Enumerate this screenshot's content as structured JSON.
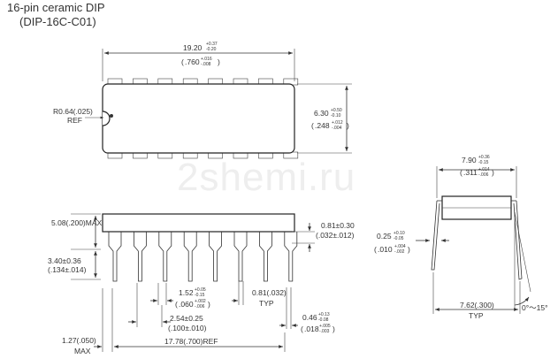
{
  "title": {
    "line1": "16-pin ceramic DIP",
    "line2": "(DIP-16C-C01)"
  },
  "watermark": "2shemi.ru",
  "top_view": {
    "length": {
      "main": "19.20",
      "tol": [
        "+0.37",
        "-0.20"
      ],
      "inch": ".760",
      "inch_tol": [
        "+.016",
        "-.008"
      ]
    },
    "width": {
      "main": "6.30",
      "tol": [
        "+0.50",
        "-0.10"
      ],
      "inch": ".248",
      "inch_tol": [
        "+.012",
        "-.004"
      ]
    },
    "radius": {
      "value": "R0.64(.025)",
      "note": "REF"
    }
  },
  "side_view": {
    "height_max": "5.08(.200)MAX",
    "seat_height": "3.40±0.36",
    "seat_height_inch": "(.134±.014)",
    "shoulder": "0.81±0.30",
    "shoulder_inch": "(.032±.012)",
    "lead_width": {
      "main": "1.52",
      "tol": [
        "+0.05",
        "-0.15"
      ],
      "inch": ".060",
      "inch_tol": [
        "+.002",
        "-.006"
      ]
    },
    "lead_tip": "0.81(.032)",
    "lead_tip_note": "TYP",
    "pitch": "2.54±0.25",
    "pitch_inch": "(.100±.010)",
    "thickness": {
      "main": "0.46",
      "tol": [
        "+0.13",
        "-0.08"
      ],
      "inch": ".018",
      "inch_tol": [
        "+.005",
        "-.003"
      ]
    },
    "end_length": "1.27(.050)",
    "end_note": "MAX",
    "span": "17.78(.700)REF"
  },
  "end_view": {
    "width": {
      "main": "7.90",
      "tol": [
        "+0.36",
        "-0.15"
      ],
      "inch": ".311",
      "inch_tol": [
        "+.014",
        "-.006"
      ]
    },
    "lead_thick": {
      "main": "0.25",
      "tol": [
        "+0.10",
        "-0.05"
      ],
      "inch": ".010",
      "inch_tol": [
        "+.004",
        "-.002"
      ]
    },
    "row_spacing": "7.62(.300)",
    "row_note": "TYP",
    "angle": "0°～15°"
  }
}
